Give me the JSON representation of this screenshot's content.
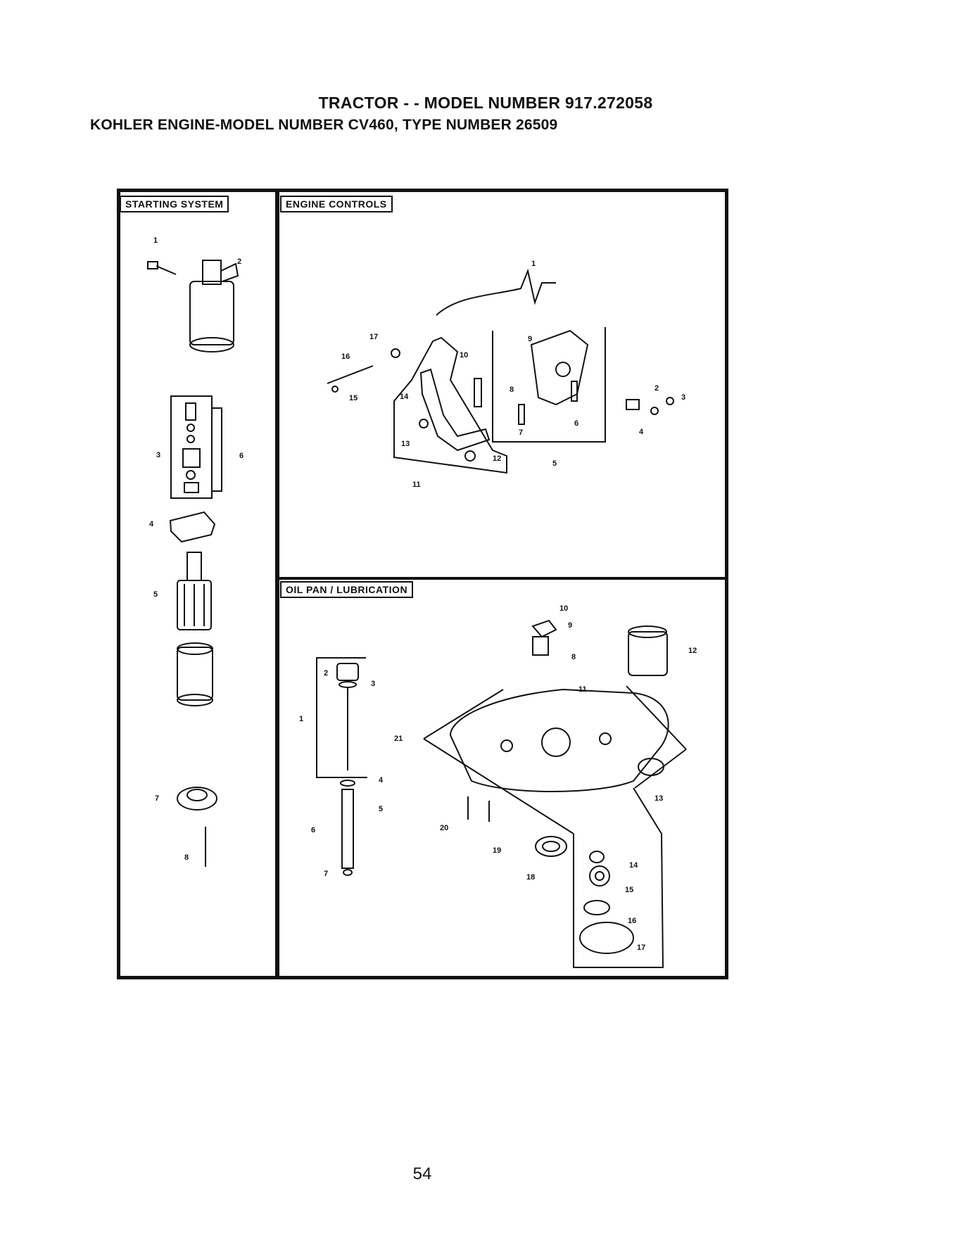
{
  "header": {
    "title_line1": "TRACTOR - - MODEL NUMBER 917.272058",
    "title_line2": "KOHLER ENGINE-MODEL NUMBER CV460, TYPE NUMBER 26509"
  },
  "sections": {
    "starting_system": "STARTING SYSTEM",
    "engine_controls": "ENGINE CONTROLS",
    "oil_pan": "OIL PAN / LUBRICATION"
  },
  "callouts": {
    "starting": [
      "1",
      "2",
      "3",
      "4",
      "5",
      "6",
      "7",
      "8"
    ],
    "controls": [
      "1",
      "2",
      "3",
      "4",
      "5",
      "6",
      "7",
      "8",
      "9",
      "10",
      "11",
      "12",
      "13",
      "14",
      "15",
      "16",
      "17"
    ],
    "oil": [
      "1",
      "2",
      "3",
      "4",
      "5",
      "6",
      "7",
      "8",
      "9",
      "10",
      "11",
      "12",
      "13",
      "14",
      "15",
      "16",
      "17",
      "18",
      "19",
      "20",
      "21"
    ]
  },
  "footer": {
    "page_number": "54"
  }
}
